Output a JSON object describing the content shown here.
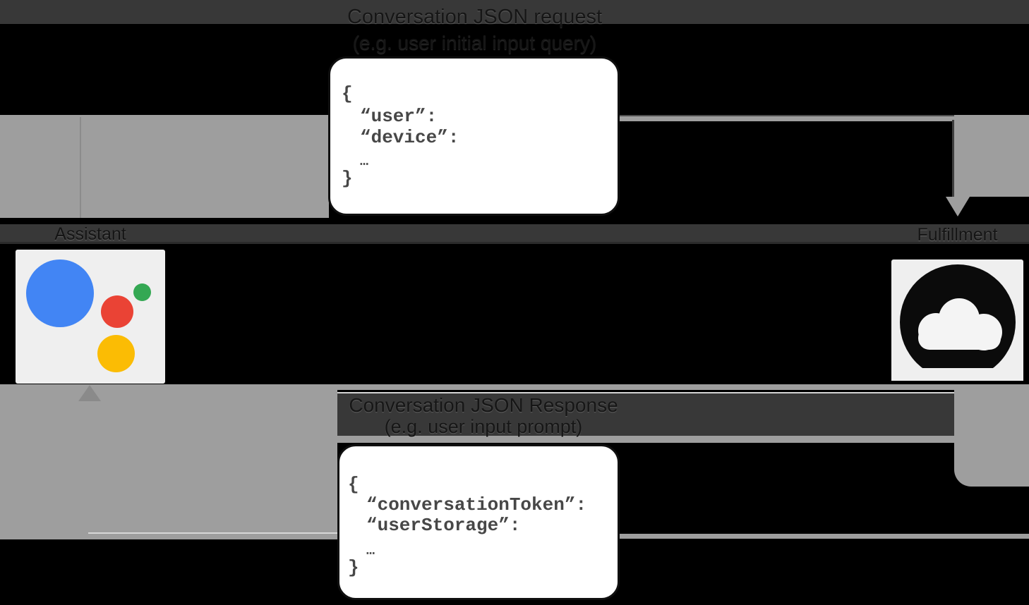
{
  "top": {
    "title1": "Conversation JSON request",
    "title2": "(e.g. user initial input query)",
    "code0": "{",
    "code1": "“user”:",
    "code2": "“device”:",
    "code3": "…",
    "code4": "}"
  },
  "bottom": {
    "title1": "Conversation JSON Response",
    "title2": "(e.g. user input prompt)",
    "code0": "{",
    "code1": "“conversationToken”:",
    "code2": "“userStorage”:",
    "code3": "…",
    "code4": "}"
  },
  "assistant": {
    "label": "Assistant"
  },
  "fulfillment": {
    "label": "Fulfillment"
  },
  "colors": {
    "background": "#000000",
    "arrow_gray": "#9E9E9E",
    "band_dark": "#383838",
    "box_white": "#FFFFFF",
    "endpoint_box_gray": "#EFEFEF",
    "assistant_blue": "#4285F4",
    "assistant_green": "#34A853",
    "assistant_red": "#EA4335",
    "assistant_yellow": "#FBBC04",
    "cloud_black": "#0B0B0B"
  }
}
